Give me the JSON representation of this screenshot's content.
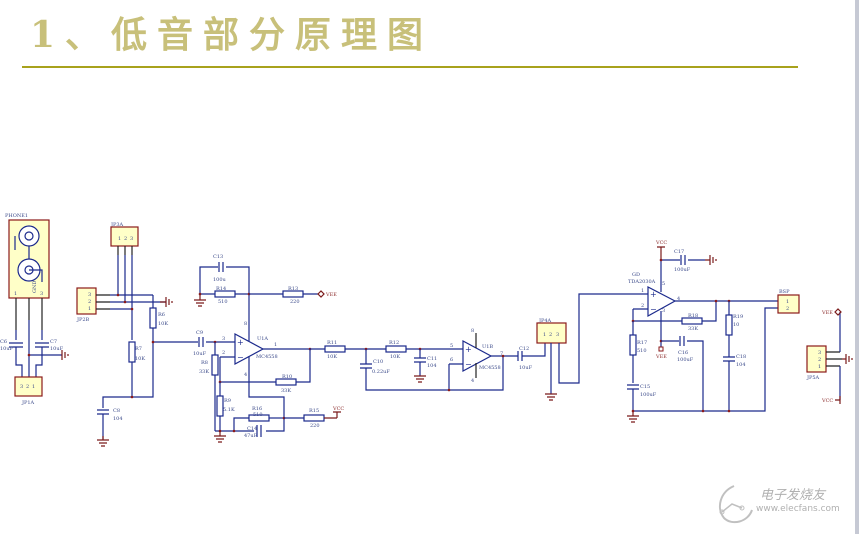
{
  "page": {
    "title": "1、低音部分原理图",
    "colors": {
      "title": "#c8c07a",
      "rule": "#a8a21c",
      "wire": "#1c2a8c",
      "header_fill": "#ffffc8",
      "header_border": "#8b1a1a"
    }
  },
  "schematic": {
    "connectors": {
      "phone1": "PHONE1",
      "jp1a": "JP1A",
      "jp2b": "JP2B",
      "jp3a": "JP3A",
      "jp4a": "JP4A",
      "jp5a": "JP5A",
      "bsp": "BSP"
    },
    "phone_pins": [
      "1",
      "2",
      "3"
    ],
    "phone_gnd": "GND",
    "pins_123": [
      "1",
      "2",
      "3"
    ],
    "pins_321": [
      "3",
      "2",
      "1"
    ],
    "pins_12": [
      "1",
      "2"
    ],
    "components": {
      "c6": {
        "ref": "C6",
        "val": "10uF"
      },
      "c7": {
        "ref": "C7",
        "val": "10uF"
      },
      "c8": {
        "ref": "C8",
        "val": "104"
      },
      "c9": {
        "ref": "C9",
        "val": "10uF"
      },
      "c10": {
        "ref": "C10",
        "val": "0.22uF"
      },
      "c11": {
        "ref": "C11",
        "val": "104"
      },
      "c12": {
        "ref": "C12",
        "val": "10uF"
      },
      "c13": {
        "ref": "C13",
        "val": "100u"
      },
      "c14": {
        "ref": "C14",
        "val": "47uF"
      },
      "c15": {
        "ref": "C15",
        "val": "100uF"
      },
      "c16": {
        "ref": "C16",
        "val": "100uF"
      },
      "c17": {
        "ref": "C17",
        "val": "100uF"
      },
      "c18": {
        "ref": "C18",
        "val": "104"
      },
      "r6": {
        "ref": "R6",
        "val": "10K"
      },
      "r7": {
        "ref": "R7",
        "val": "10K"
      },
      "r8": {
        "ref": "R8",
        "val": "33K"
      },
      "r9": {
        "ref": "R9",
        "val": "5.1K"
      },
      "r10": {
        "ref": "R10",
        "val": "33K"
      },
      "r11": {
        "ref": "R11",
        "val": "10K"
      },
      "r12": {
        "ref": "R12",
        "val": "10K"
      },
      "r13": {
        "ref": "R13",
        "val": "220"
      },
      "r14": {
        "ref": "R14",
        "val": "510"
      },
      "r15": {
        "ref": "R15",
        "val": "220"
      },
      "r16": {
        "ref": "R16",
        "val": "510"
      },
      "r17": {
        "ref": "R17",
        "val": "510"
      },
      "r18": {
        "ref": "R18",
        "val": "33K"
      },
      "r19": {
        "ref": "R19",
        "val": "10"
      },
      "u1a": {
        "ref": "U1A",
        "val": "MC4558"
      },
      "u1b": {
        "ref": "U1B",
        "val": "MC4558"
      },
      "ic": {
        "ref": "GD",
        "val": "TDA2030A"
      }
    },
    "opamp_pins": {
      "u1a": [
        "3",
        "2",
        "1",
        "4",
        "8"
      ],
      "u1b": [
        "5",
        "6",
        "7",
        "4",
        "8"
      ],
      "ic": [
        "1",
        "2",
        "4",
        "5",
        "3"
      ]
    },
    "nets": {
      "vcc": "VCC",
      "vee": "VEE"
    }
  },
  "watermark": {
    "brand": "电子发烧友",
    "url": "www.elecfans.com"
  }
}
